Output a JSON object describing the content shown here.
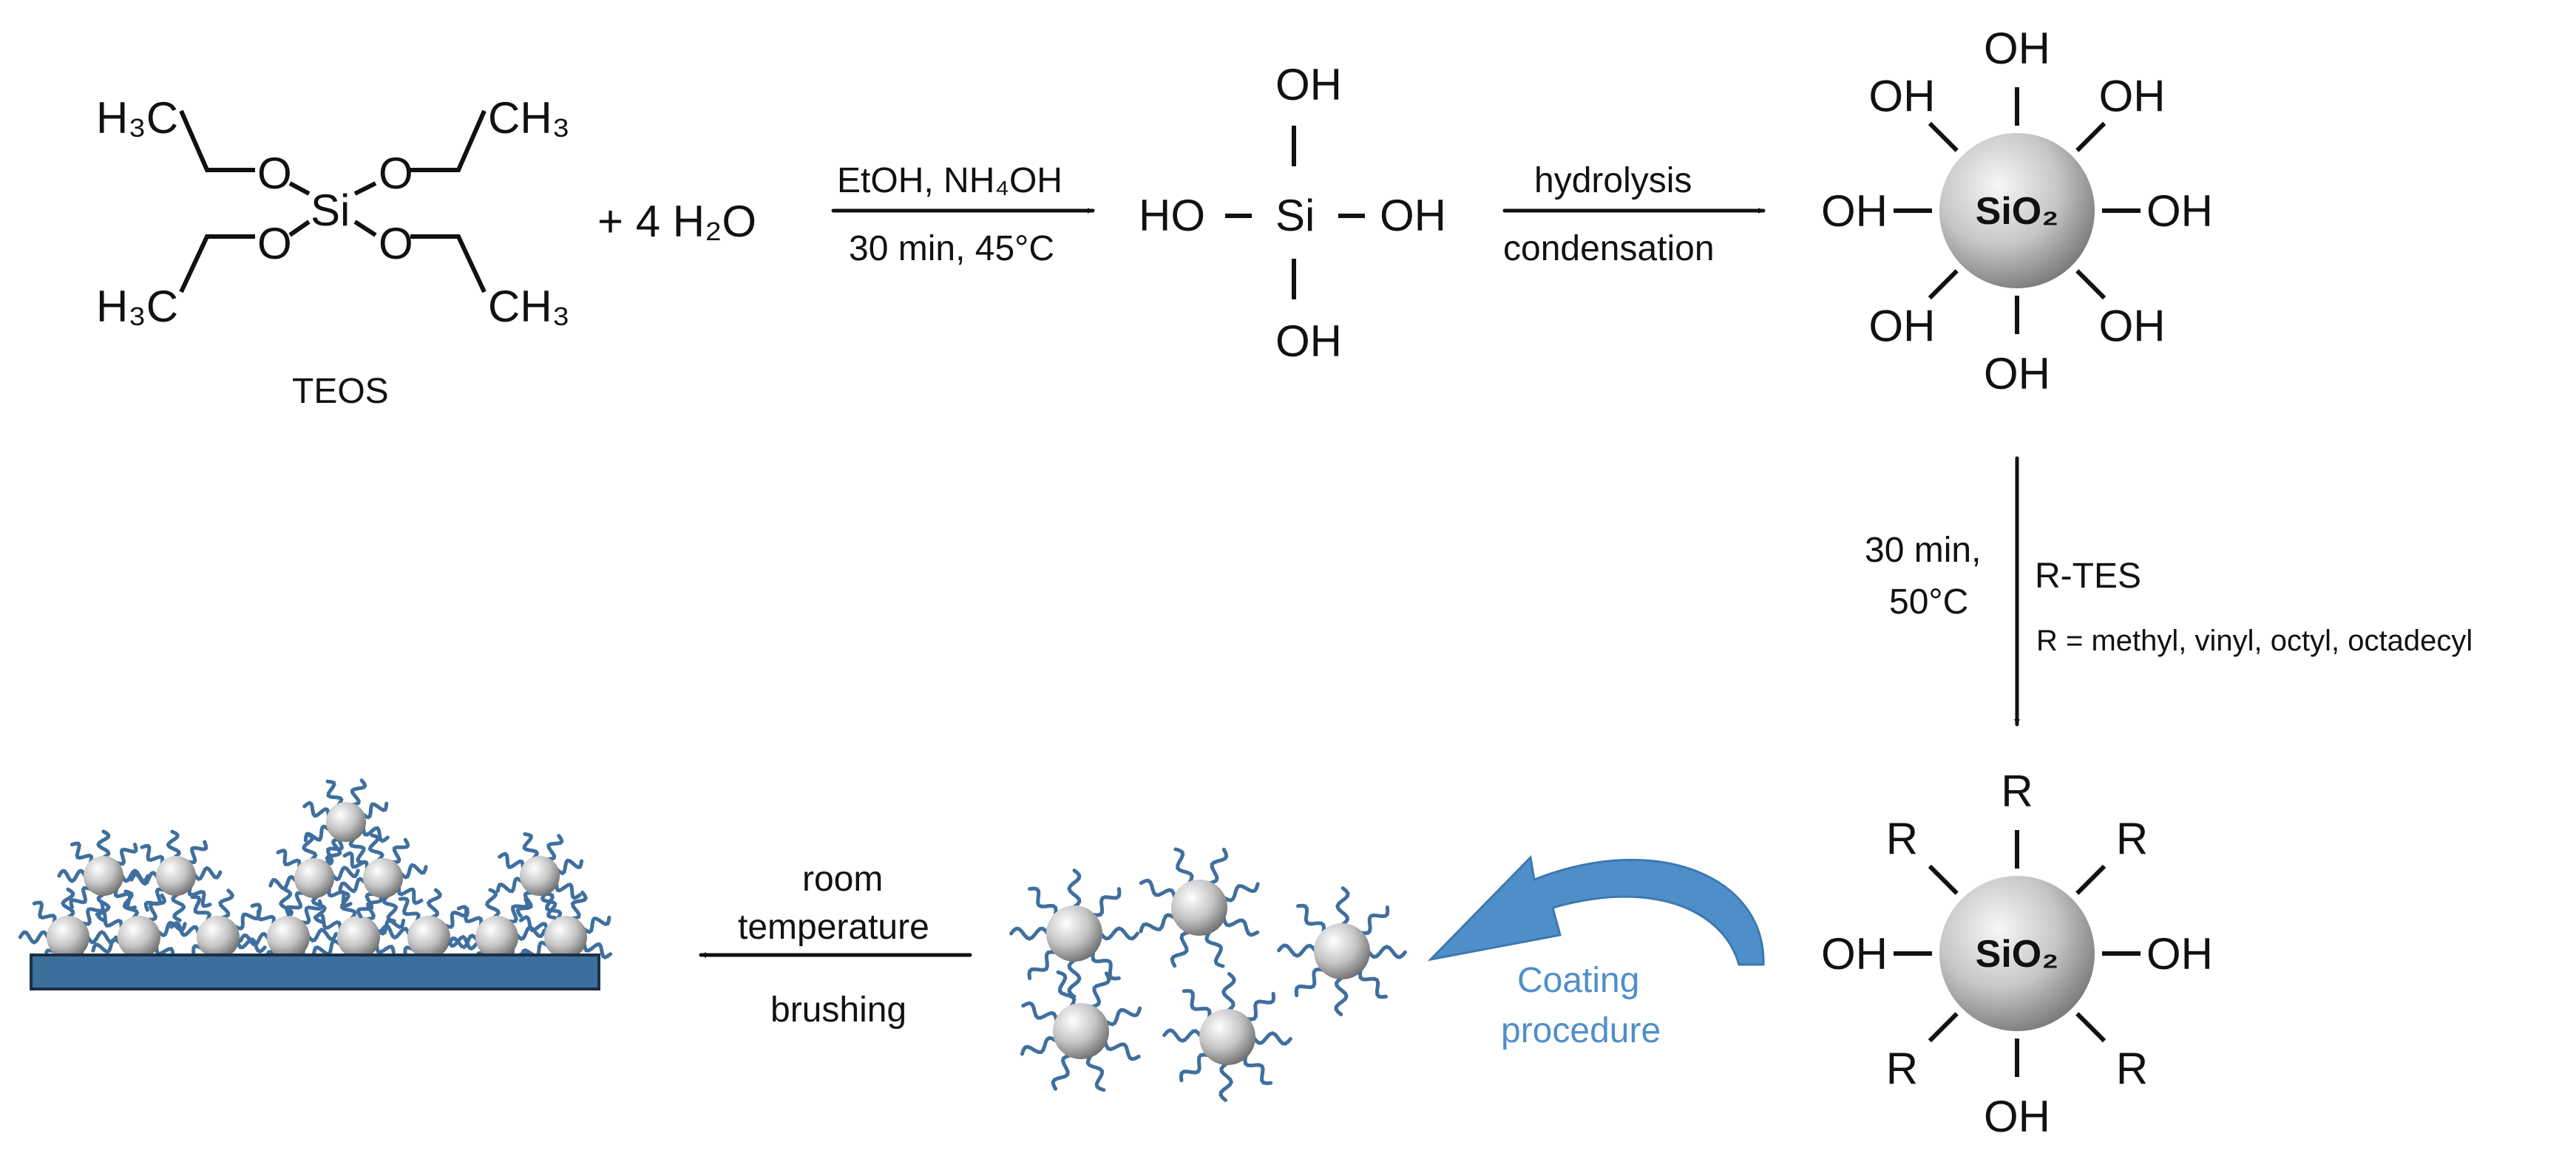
{
  "teos": {
    "h3c_top": "H₃C",
    "ch3_top": "CH₃",
    "h3c_bottom": "H₃C",
    "ch3_bottom": "CH₃",
    "o": "O",
    "si": "Si",
    "name": "TEOS"
  },
  "water": "+ 4 H₂O",
  "step1": {
    "above": "EtOH, NH₄OH",
    "below": "30 min, 45°C"
  },
  "silanol": {
    "oh": "OH",
    "ho": "HO",
    "si": "Si"
  },
  "step2": {
    "above": "hydrolysis",
    "below": "condensation"
  },
  "particle": {
    "label": "SiO₂",
    "oh": "OH",
    "r": "R"
  },
  "step3": {
    "left_line1": "30 min,",
    "left_line2": "50°C",
    "reagent": "R-TES",
    "note": "R = methyl, vinyl, octyl, octadecyl"
  },
  "coating": {
    "line1": "Coating",
    "line2": "procedure"
  },
  "step4": {
    "line1": "room",
    "line2": "temperature",
    "below": "brushing"
  },
  "colors": {
    "accent_blue": "#4f8fc9",
    "substrate": "#3b6f9c",
    "chain": "#3f6f9e",
    "particle_light": "#f4f4f4",
    "particle_dark": "#808080"
  }
}
